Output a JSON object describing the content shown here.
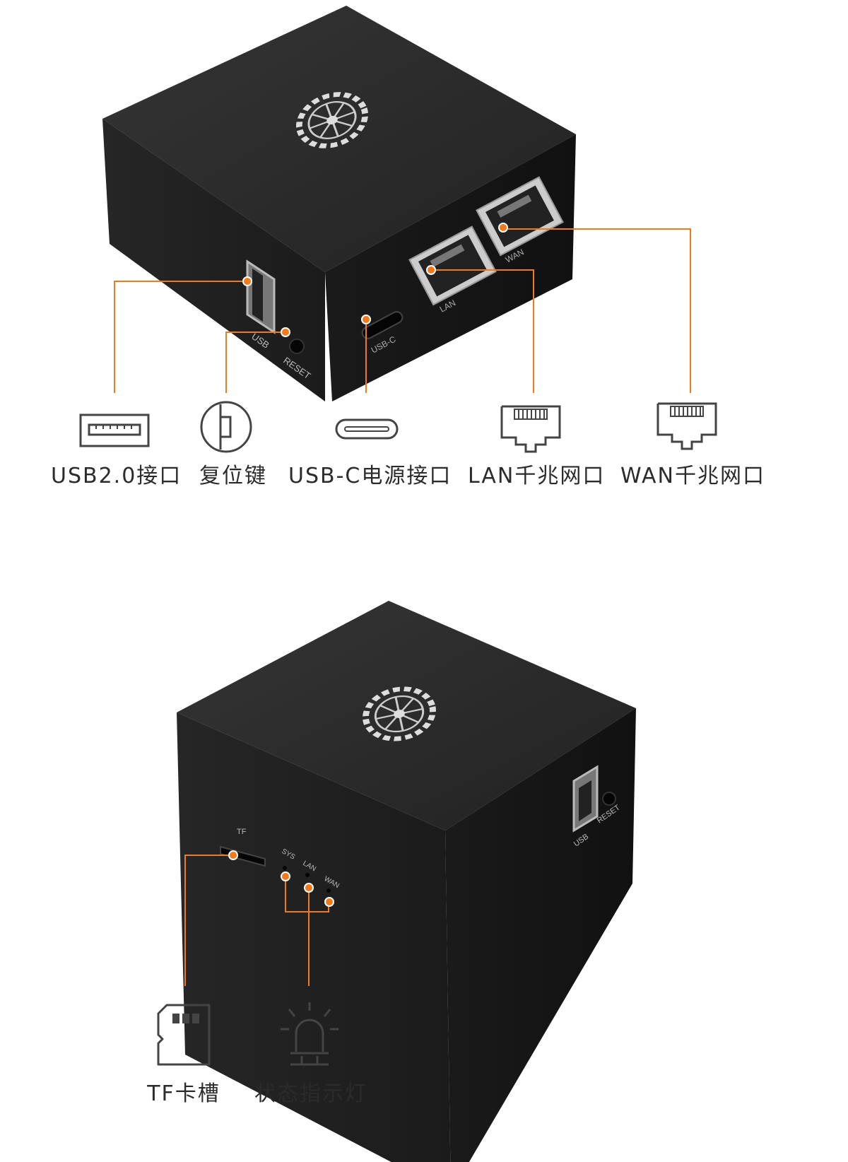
{
  "top_device": {
    "port_labels": {
      "usb": "USB",
      "reset": "RESET",
      "usbc": "USB-C",
      "lan": "LAN",
      "wan": "WAN"
    }
  },
  "top_legend": [
    {
      "icon": "usb-a-icon",
      "label": "USB2.0接口"
    },
    {
      "icon": "reset-button-icon",
      "label": "复位键"
    },
    {
      "icon": "usb-c-icon",
      "label": "USB-C电源接口"
    },
    {
      "icon": "ethernet-port-icon",
      "label": "LAN千兆网口"
    },
    {
      "icon": "ethernet-port-icon",
      "label": "WAN千兆网口"
    }
  ],
  "bottom_device": {
    "port_labels": {
      "tf": "TF",
      "sys": "SYS",
      "lan": "LAN",
      "wan": "WAN",
      "usb": "USB",
      "reset": "RESET"
    }
  },
  "bottom_legend": [
    {
      "icon": "sd-card-icon",
      "label": "TF卡槽"
    },
    {
      "icon": "status-light-icon",
      "label": "状态指示灯"
    }
  ],
  "colors": {
    "accent": "#f07a1c",
    "device_body": "#1c1c1c",
    "device_top": "#2a2a2a",
    "text": "#2b2b2b"
  }
}
